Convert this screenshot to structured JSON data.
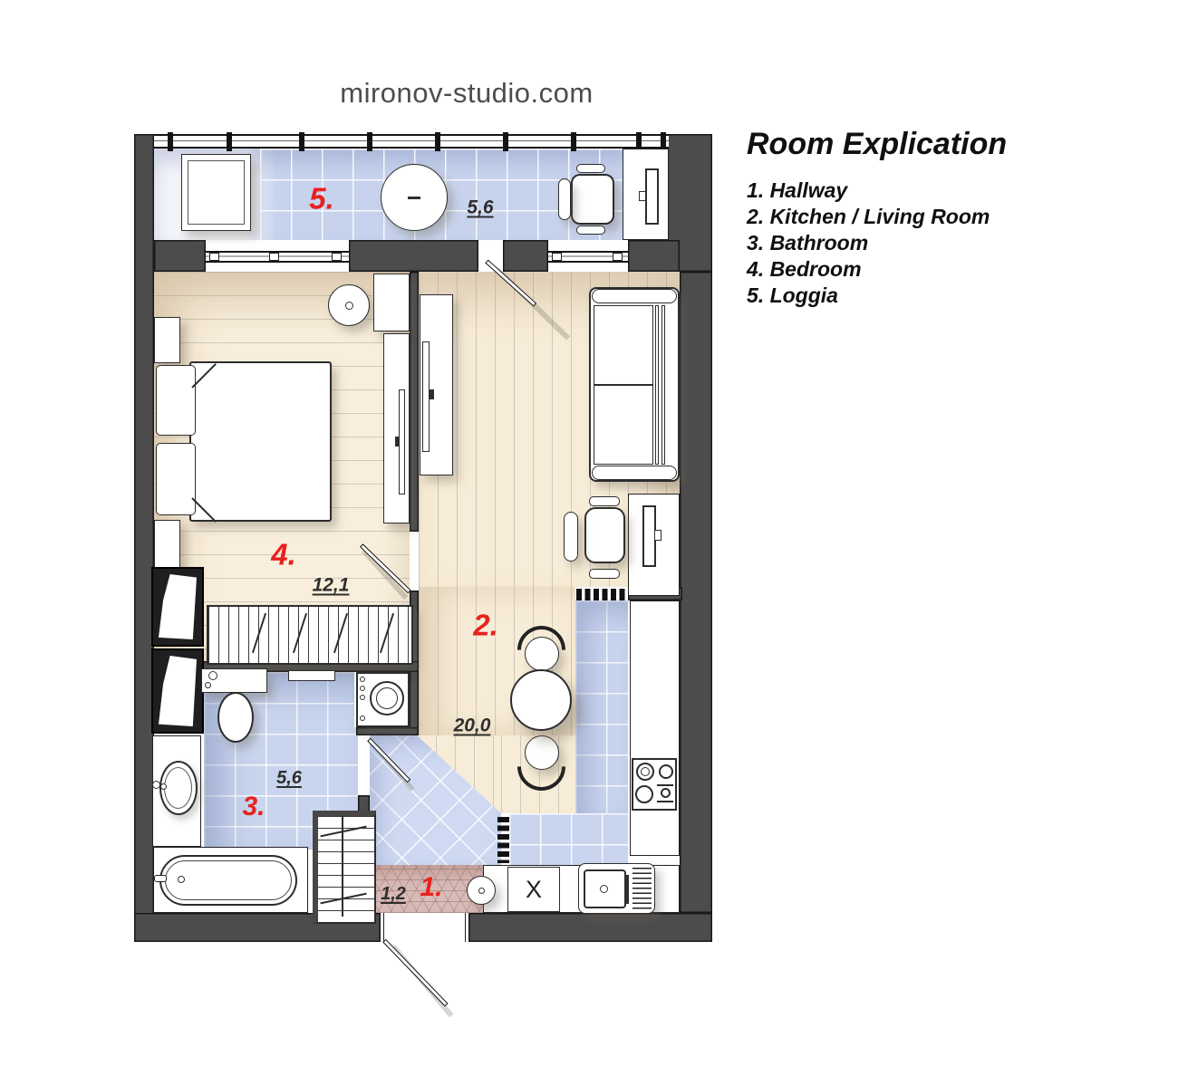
{
  "watermark": "mironov-studio.com",
  "legend": {
    "title": "Room Explication",
    "items": [
      "1. Hallway",
      "2. Kitchen / Living Room",
      "3. Bathroom",
      "4. Bedroom",
      "5. Loggia"
    ]
  },
  "rooms": [
    {
      "name": "hallway",
      "number": "1.",
      "area": "1,2"
    },
    {
      "name": "kitchen-living",
      "number": "2.",
      "area": "20,0"
    },
    {
      "name": "bathroom",
      "number": "3.",
      "area": "5,6"
    },
    {
      "name": "bedroom",
      "number": "4.",
      "area": "12,1"
    },
    {
      "name": "loggia",
      "number": "5.",
      "area": "5,6"
    }
  ],
  "marks": {
    "kitchen_cabinet": "X"
  },
  "colors": {
    "accent_red": "#e9211e",
    "wall_gray": "#4c4c4d",
    "wood_floor": "#f7ecd7",
    "tile_blue": "#c9d5ee",
    "hall_pink": "#d9bcb8"
  }
}
